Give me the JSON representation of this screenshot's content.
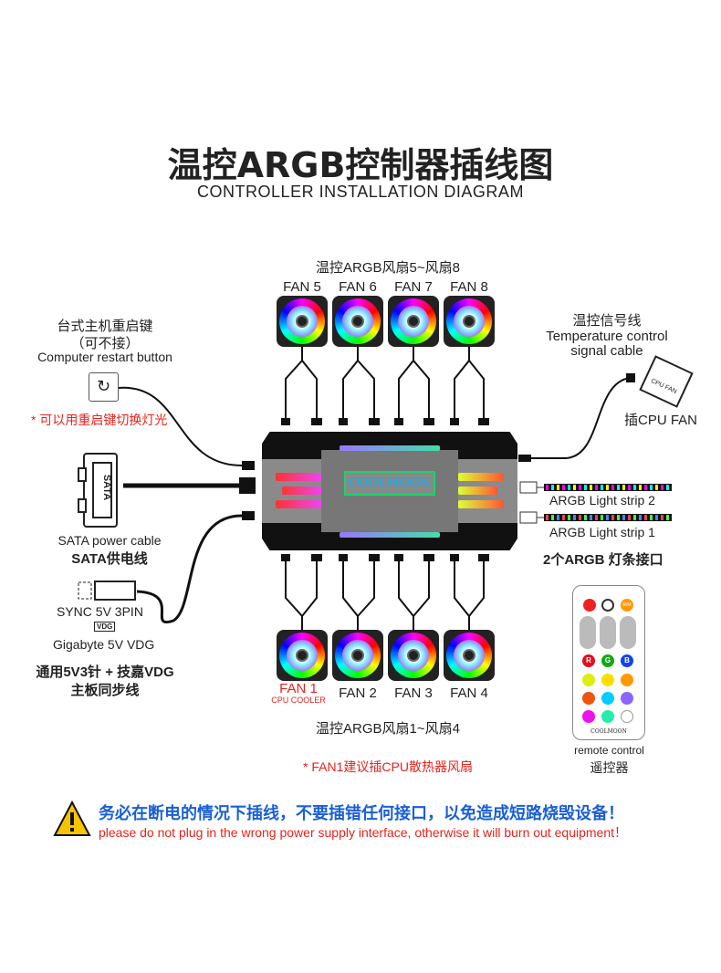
{
  "title": "温控ARGB控制器插线图",
  "subtitle": "CONTROLLER INSTALLATION DIAGRAM",
  "top_fans": {
    "heading": "温控ARGB风扇5~风扇8",
    "labels": [
      "FAN 5",
      "FAN 6",
      "FAN 7",
      "FAN 8"
    ]
  },
  "bottom_fans": {
    "heading": "温控ARGB风扇1~风扇4",
    "labels": [
      "FAN 1",
      "FAN 2",
      "FAN 3",
      "FAN 4"
    ],
    "fan1_sub": "CPU COOLER",
    "note": "* FAN1建议插CPU散热器风扇"
  },
  "restart": {
    "cn": "台式主机重启键",
    "optional": "（可不接）",
    "en": "Computer restart button",
    "note": "* 可以用重启键切换灯光"
  },
  "sata": {
    "label": "SATA",
    "en": "SATA power cable",
    "cn": "SATA供电线"
  },
  "sync": {
    "en1": "SYNC 5V 3PIN",
    "vdg": "VDG",
    "en2": "Gigabyte 5V VDG",
    "cn1": "通用5V3针 + 技嘉VDG",
    "cn2": "主板同步线"
  },
  "temp": {
    "cn": "温控信号线",
    "en1": "Temperature control",
    "en2": "signal cable",
    "cpu_fan_tag": "CPU FAN",
    "plug": "插CPU FAN"
  },
  "strips": {
    "strip2": "ARGB Light strip 2",
    "strip1": "ARGB Light strip 1",
    "cn": "2个ARGB 灯条接口"
  },
  "hub": {
    "logo": "COOLMOON"
  },
  "remote": {
    "en": "remote control",
    "cn": "遥控器",
    "brand": "COOLMOON",
    "r": "R",
    "g": "G",
    "b": "B",
    "rm": "R/M"
  },
  "warning": {
    "cn": "务必在断电的情况下插线，不要插错任何接口，以免造成短路烧毁设备！",
    "en": "please do not plug in the wrong power supply interface, otherwise it will burn out equipment！"
  },
  "colors": {
    "red": "#e8231b",
    "blue": "#1a5fd6"
  }
}
